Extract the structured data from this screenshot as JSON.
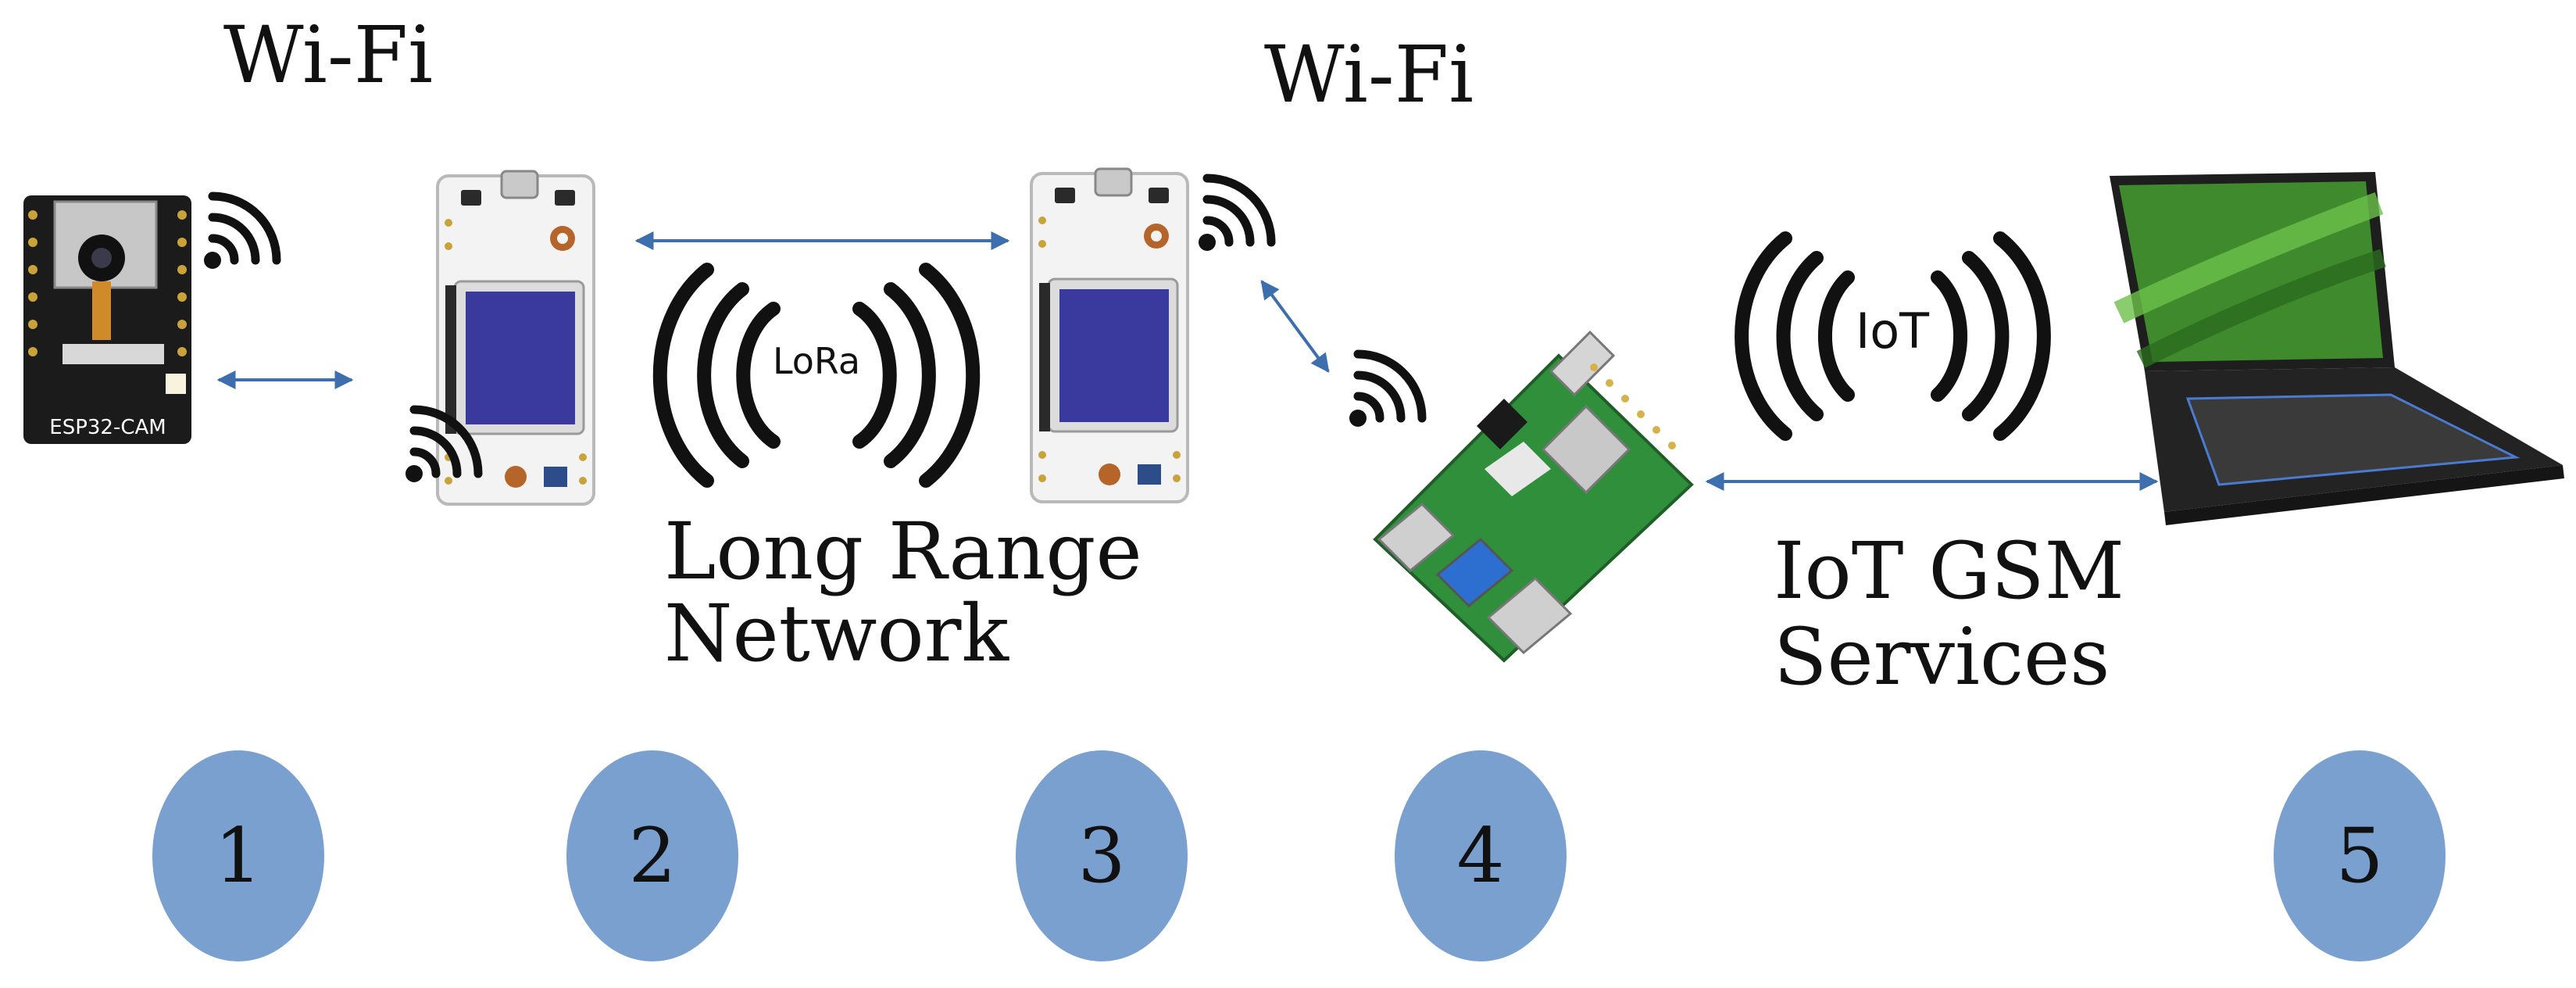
{
  "labels": {
    "wifi_left": "Wi-Fi",
    "wifi_right": "Wi-Fi",
    "lora_badge": "LoRa",
    "iot_badge": "IoT",
    "esp32_text": "ESP32-CAM",
    "lora_network_line1": "Long Range",
    "lora_network_line2": "Network",
    "iot_gsm_line1": "IoT GSM",
    "iot_gsm_line2": "Services"
  },
  "steps": [
    "1",
    "2",
    "3",
    "4",
    "5"
  ],
  "colors": {
    "arrow": "#3d6fae",
    "step_circle": "#7aa0d0",
    "board_pcb": "#f3f3f3",
    "oled_screen": "#3a3a9e",
    "esp_board": "#1b1b1b",
    "rpi_board": "#2f8f3a",
    "laptop_screen": "#3f8a2c",
    "laptop_body": "#232323",
    "signal": "#111111"
  },
  "icons": [
    "wifi-icon",
    "lora-signal-icon",
    "iot-signal-icon",
    "esp32-cam-board",
    "lora-board",
    "raspberry-pi-board",
    "laptop"
  ]
}
